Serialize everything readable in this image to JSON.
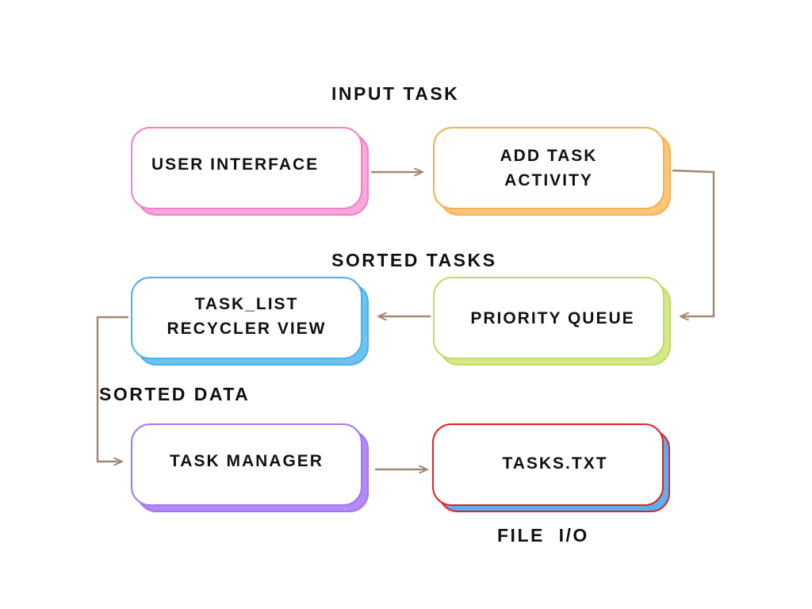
{
  "nodes": {
    "user_interface": "USER INTERFACE",
    "add_task_activity": "ADD TASK\nACTIVITY",
    "priority_queue": "PRIORITY QUEUE",
    "task_list": "TASK_LIST\nRECYCLER VIEW",
    "task_manager": "TASK MANAGER",
    "tasks_txt": "TASKS.TXT"
  },
  "captions": {
    "input_task": "INPUT TASK",
    "sorted_tasks": "SORTED TASKS",
    "sorted_data": "SORTED DATA",
    "file_io": "FILE  I/O"
  },
  "colors": {
    "connector": "#a08a72",
    "user_interface": "#f27fc8",
    "add_task_activity": "#f6b04f",
    "priority_queue": "#c3d96b",
    "task_list": "#4ab2e8",
    "task_manager": "#a476ee",
    "tasks_txt": "#e02424"
  }
}
